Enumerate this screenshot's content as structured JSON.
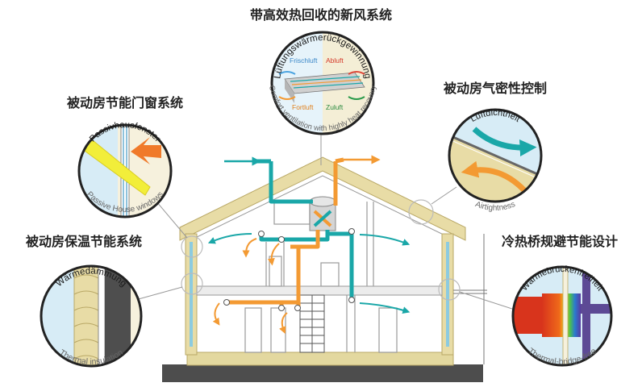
{
  "headings": {
    "ventilation": "带高效热回收的新风系统",
    "windows": "被动房节能门窗系统",
    "airtight": "被动房气密性控制",
    "insulation": "被动房保温节能系统",
    "thermal_bridge": "冷热桥规避节能设计"
  },
  "circles": {
    "ventilation": {
      "arc_de": "Lüftungswärmerückgewinnung",
      "arc_en": "Comfort ventilation with highly heat recovery",
      "frischluft": "Frischluft",
      "abluft": "Abluft",
      "fortluft": "Fortluft",
      "zuluft": "Zuluft"
    },
    "windows": {
      "arc_de": "Passivhausfenster",
      "arc_en": "Passive House windows"
    },
    "airtight": {
      "arc_de": "Luftdichtheit",
      "arc_en": "Airtightness"
    },
    "insulation": {
      "arc_de": "Wärmedämmung",
      "arc_en": "Thermal insulation"
    },
    "thermal_bridge": {
      "arc_de": "Wärmebrückenfreiheit",
      "arc_en": "Thermal-bridge-free"
    }
  },
  "colors": {
    "supply_duct": "#1aa7a8",
    "exhaust_duct": "#f39a33",
    "insulation": "#e8dca6",
    "insulation_edge": "#b9a866",
    "glass": "#cfe7f2",
    "heading": "#222222"
  }
}
